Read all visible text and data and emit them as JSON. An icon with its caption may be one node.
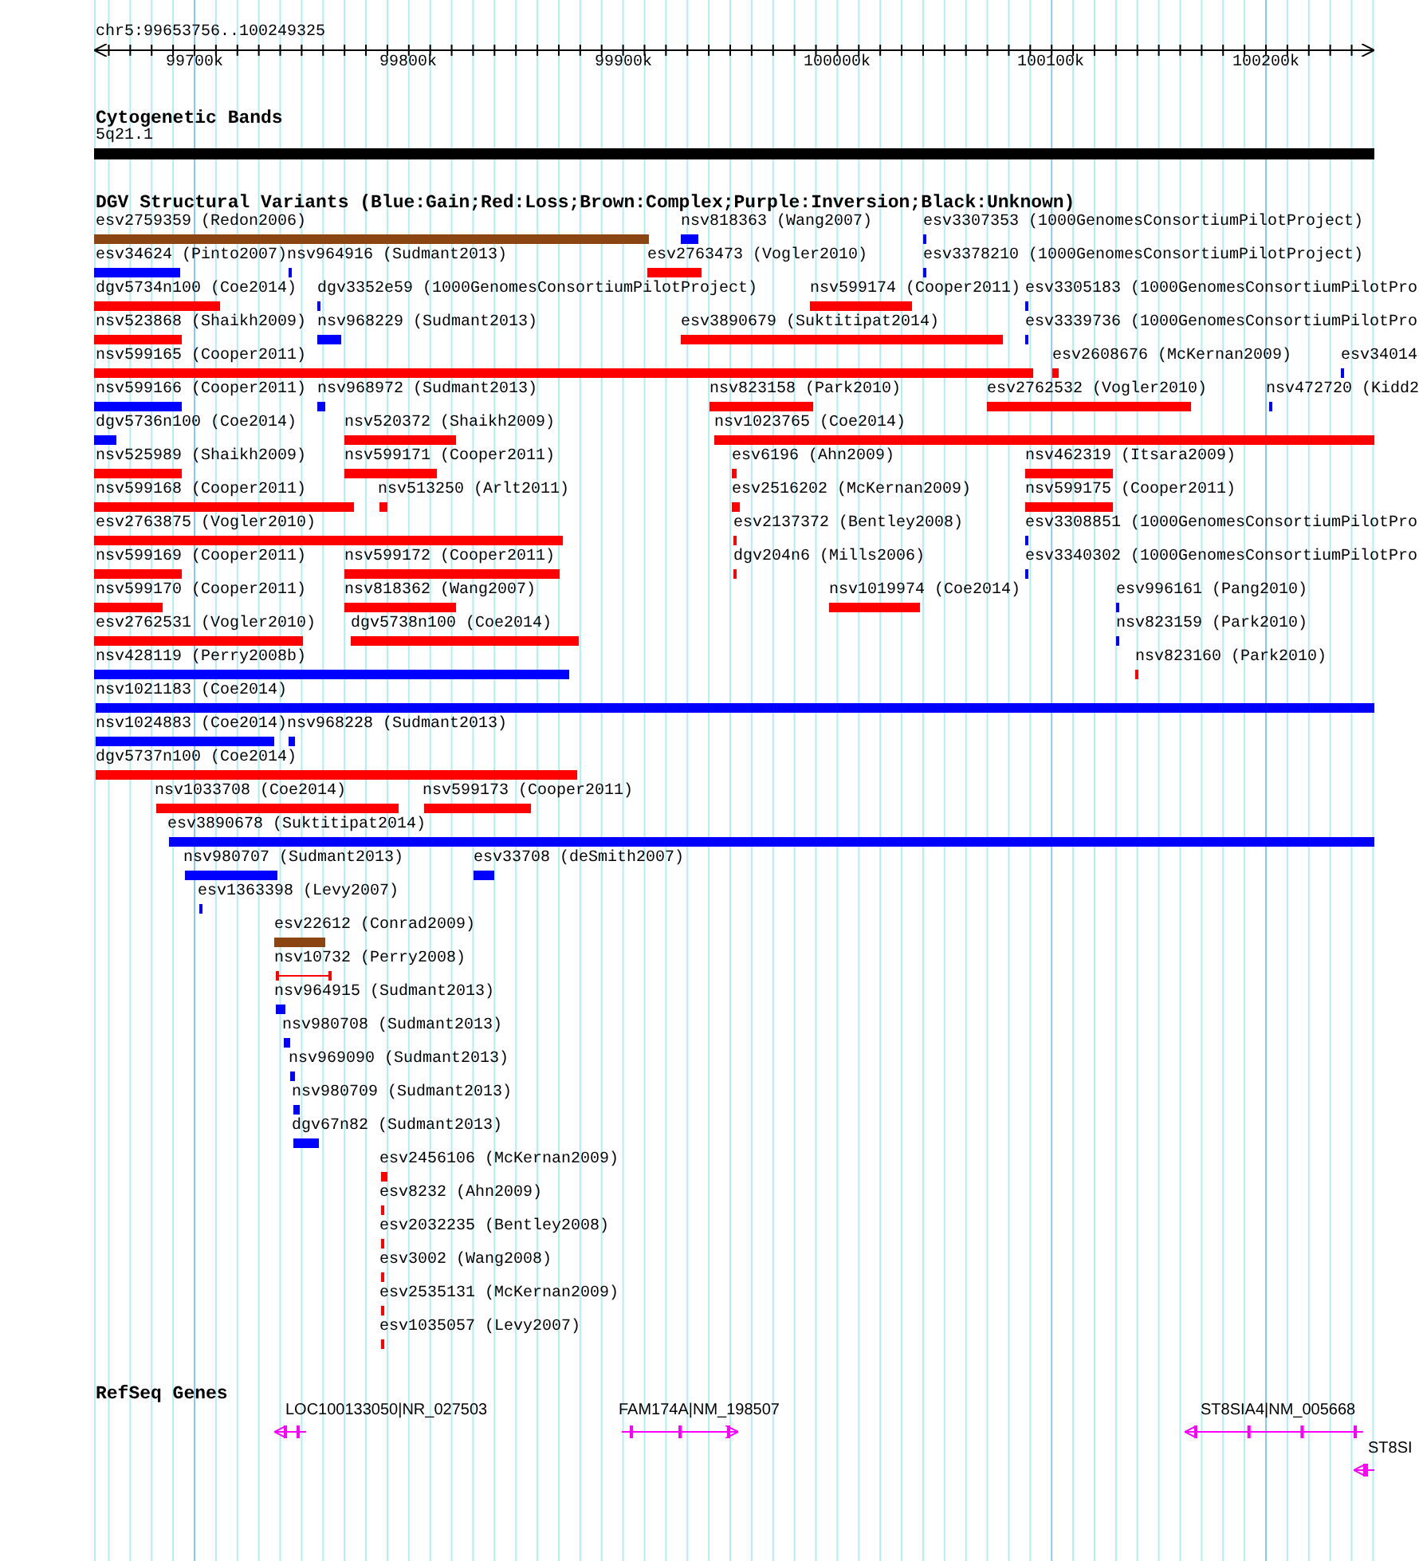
{
  "diagram": {
    "labels": [
      "chr5:99653756..100249325",
      "99700k",
      "99800k",
      "99900k",
      "100000k",
      "100100k",
      "100200k",
      "Cytogenetic Bands",
      "5q21.1",
      "DGV Structural Variants (Blue:Gain;Red:Loss;Brown:Complex;Purple:Inversion;Black:Unknown)",
      "esv2759359 (Redon2006)",
      "nsv818363 (Wang2007)",
      "esv3307353 (1000GenomesConsortiumPilotProject)",
      "esv34624 (Pinto2007)",
      "nsv964916 (Sudmant2013)",
      "esv2763473 (Vogler2010)",
      "esv3378210 (1000GenomesConsortiumPilotProject)",
      "dgv5734n100 (Coe2014)",
      "dgv3352e59 (1000GenomesConsortiumPilotProject)",
      "nsv599174 (Cooper2011)",
      "esv3305183 (1000GenomesConsortiumPilotPro",
      "nsv523868 (Shaikh2009)",
      "nsv968229 (Sudmant2013)",
      "esv3890679 (Suktitipat2014)",
      "esv3339736 (1000GenomesConsortiumPilotPro",
      "nsv599165 (Cooper2011)",
      "esv2608676 (McKernan2009)",
      "esv34014",
      "nsv599166 (Cooper2011)",
      "nsv968972 (Sudmant2013)",
      "nsv823158 (Park2010)",
      "esv2762532 (Vogler2010)",
      "nsv472720 (Kidd2",
      "dgv5736n100 (Coe2014)",
      "nsv520372 (Shaikh2009)",
      "nsv1023765 (Coe2014)",
      "nsv525989 (Shaikh2009)",
      "nsv599171 (Cooper2011)",
      "esv6196 (Ahn2009)",
      "nsv462319 (Itsara2009)",
      "nsv599168 (Cooper2011)",
      "nsv513250 (Arlt2011)",
      "esv2516202 (McKernan2009)",
      "nsv599175 (Cooper2011)",
      "esv2763875 (Vogler2010)",
      "esv2137372 (Bentley2008)",
      "esv3308851 (1000GenomesConsortiumPilotPro",
      "nsv599169 (Cooper2011)",
      "nsv599172 (Cooper2011)",
      "dgv204n6 (Mills2006)",
      "esv3340302 (1000GenomesConsortiumPilotPro",
      "nsv599170 (Cooper2011)",
      "nsv818362 (Wang2007)",
      "nsv1019974 (Coe2014)",
      "esv996161 (Pang2010)",
      "esv2762531 (Vogler2010)",
      "dgv5738n100 (Coe2014)",
      "nsv823159 (Park2010)",
      "nsv428119 (Perry2008b)",
      "nsv823160 (Park2010)",
      "nsv1021183 (Coe2014)",
      "nsv1024883 (Coe2014)",
      "nsv968228 (Sudmant2013)",
      "dgv5737n100 (Coe2014)",
      "nsv1033708 (Coe2014)",
      "nsv599173 (Cooper2011)",
      "esv3890678 (Suktitipat2014)",
      "nsv980707 (Sudmant2013)",
      "esv33708 (deSmith2007)",
      "esv1363398 (Levy2007)",
      "esv22612 (Conrad2009)",
      "nsv10732 (Perry2008)",
      "nsv964915 (Sudmant2013)",
      "nsv980708 (Sudmant2013)",
      "nsv969090 (Sudmant2013)",
      "nsv980709 (Sudmant2013)",
      "dgv67n82 (Sudmant2013)",
      "esv2456106 (McKernan2009)",
      "esv8232 (Ahn2009)",
      "esv2032235 (Bentley2008)",
      "esv3002 (Wang2008)",
      "esv2535131 (McKernan2009)",
      "esv1035057 (Levy2007)",
      "RefSeq Genes",
      "LOC100133050|NR_027503",
      "FAM174A|NM_198507",
      "ST8SIA4|NM_005668",
      "ST8SI"
    ]
  }
}
